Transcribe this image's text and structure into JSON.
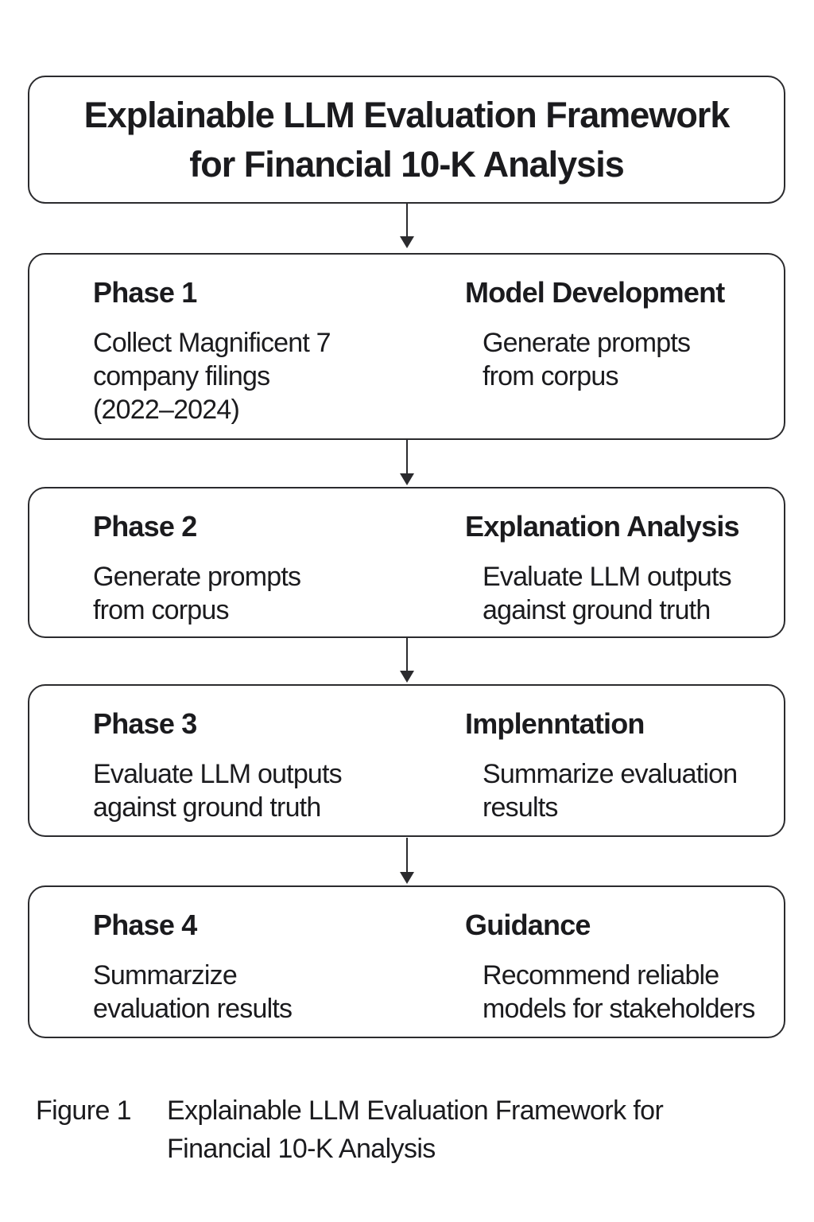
{
  "title": {
    "lines": [
      "Explainable LLM Evaluation Framework",
      "for Financial 10-K Analysis"
    ]
  },
  "phases": [
    {
      "left": {
        "heading": "Phase 1",
        "body_lines": [
          "Collect Magnificent 7",
          "company filings",
          "(2022–2024)"
        ]
      },
      "right": {
        "heading": "Model Development",
        "body_lines": [
          "Generate prompts",
          "from corpus"
        ]
      }
    },
    {
      "left": {
        "heading": "Phase 2",
        "body_lines": [
          "Generate prompts",
          "from corpus"
        ]
      },
      "right": {
        "heading": "Explanation Analysis",
        "body_lines": [
          "Evaluate LLM outputs",
          "against ground truth"
        ]
      }
    },
    {
      "left": {
        "heading": "Phase 3",
        "body_lines": [
          "Evaluate LLM outputs",
          "against ground truth"
        ]
      },
      "right": {
        "heading": "Implenntation",
        "body_lines": [
          "Summarize evaluation",
          "results"
        ]
      }
    },
    {
      "left": {
        "heading": "Phase 4",
        "body_lines": [
          "Summarzize",
          "evaluation results"
        ]
      },
      "right": {
        "heading": "Guidance",
        "body_lines": [
          "Recommend reliable",
          "models for stakeholders"
        ]
      }
    }
  ],
  "caption": {
    "label": "Figure 1",
    "lines": [
      "Explainable LLM Evaluation Framework for",
      "Financial 10-K Analysis"
    ]
  },
  "colors": {
    "text": "#1b1b1e",
    "border": "#2b2b2e",
    "background": "#ffffff"
  }
}
